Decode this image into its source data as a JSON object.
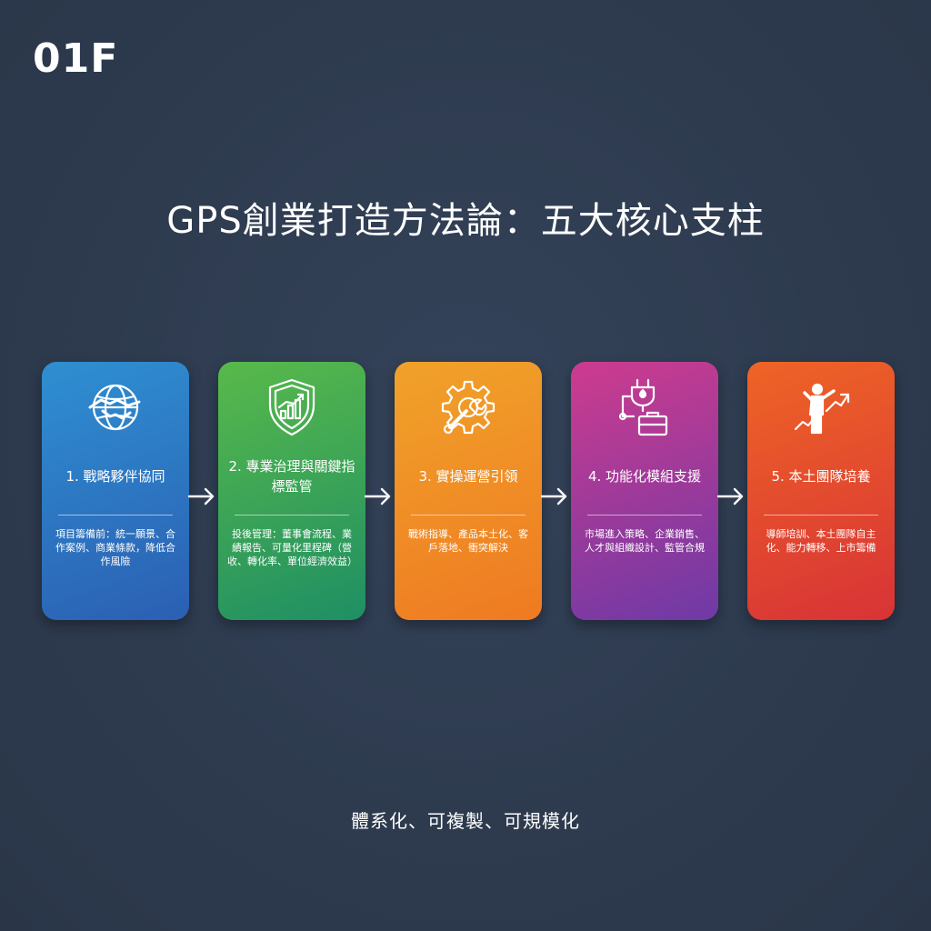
{
  "logo": "01F",
  "title": "GPS創業打造方法論：五大核心支柱",
  "footer": "體系化、可複製、可規模化",
  "colors": {
    "background": "#2e3b4f",
    "card1": [
      "#2e8fd1",
      "#2c5fb3"
    ],
    "card2": [
      "#58b94a",
      "#1f8f64"
    ],
    "card3": [
      "#f0a22a",
      "#ef7a22"
    ],
    "card4": [
      "#cd3b8e",
      "#6e3aa6"
    ],
    "card5": [
      "#ee6426",
      "#d83336"
    ]
  },
  "pillars": [
    {
      "icon": "globe-handshake-icon",
      "title": "1. 戰略夥伴協同",
      "description": "項目籌備前：統一願景、合作案例、商業條款，降低合作風險"
    },
    {
      "icon": "shield-chart-icon",
      "title": "2. 專業治理與關鍵指標監管",
      "description": "投後管理：董事會流程、業績報告、可量化里程碑（營收、轉化率、單位經濟效益）"
    },
    {
      "icon": "gear-wrench-icon",
      "title": "3. 實操運營引領",
      "description": "戰術指導、產品本土化、客戶落地、衝突解決"
    },
    {
      "icon": "plug-briefcase-icon",
      "title": "4. 功能化模組支援",
      "description": "市場進入策略、企業銷售、人才與組織設計、監管合規"
    },
    {
      "icon": "person-growth-icon",
      "title": "5. 本土團隊培養",
      "description": "導師培訓、本土團隊自主化、能力轉移、上市籌備"
    }
  ]
}
